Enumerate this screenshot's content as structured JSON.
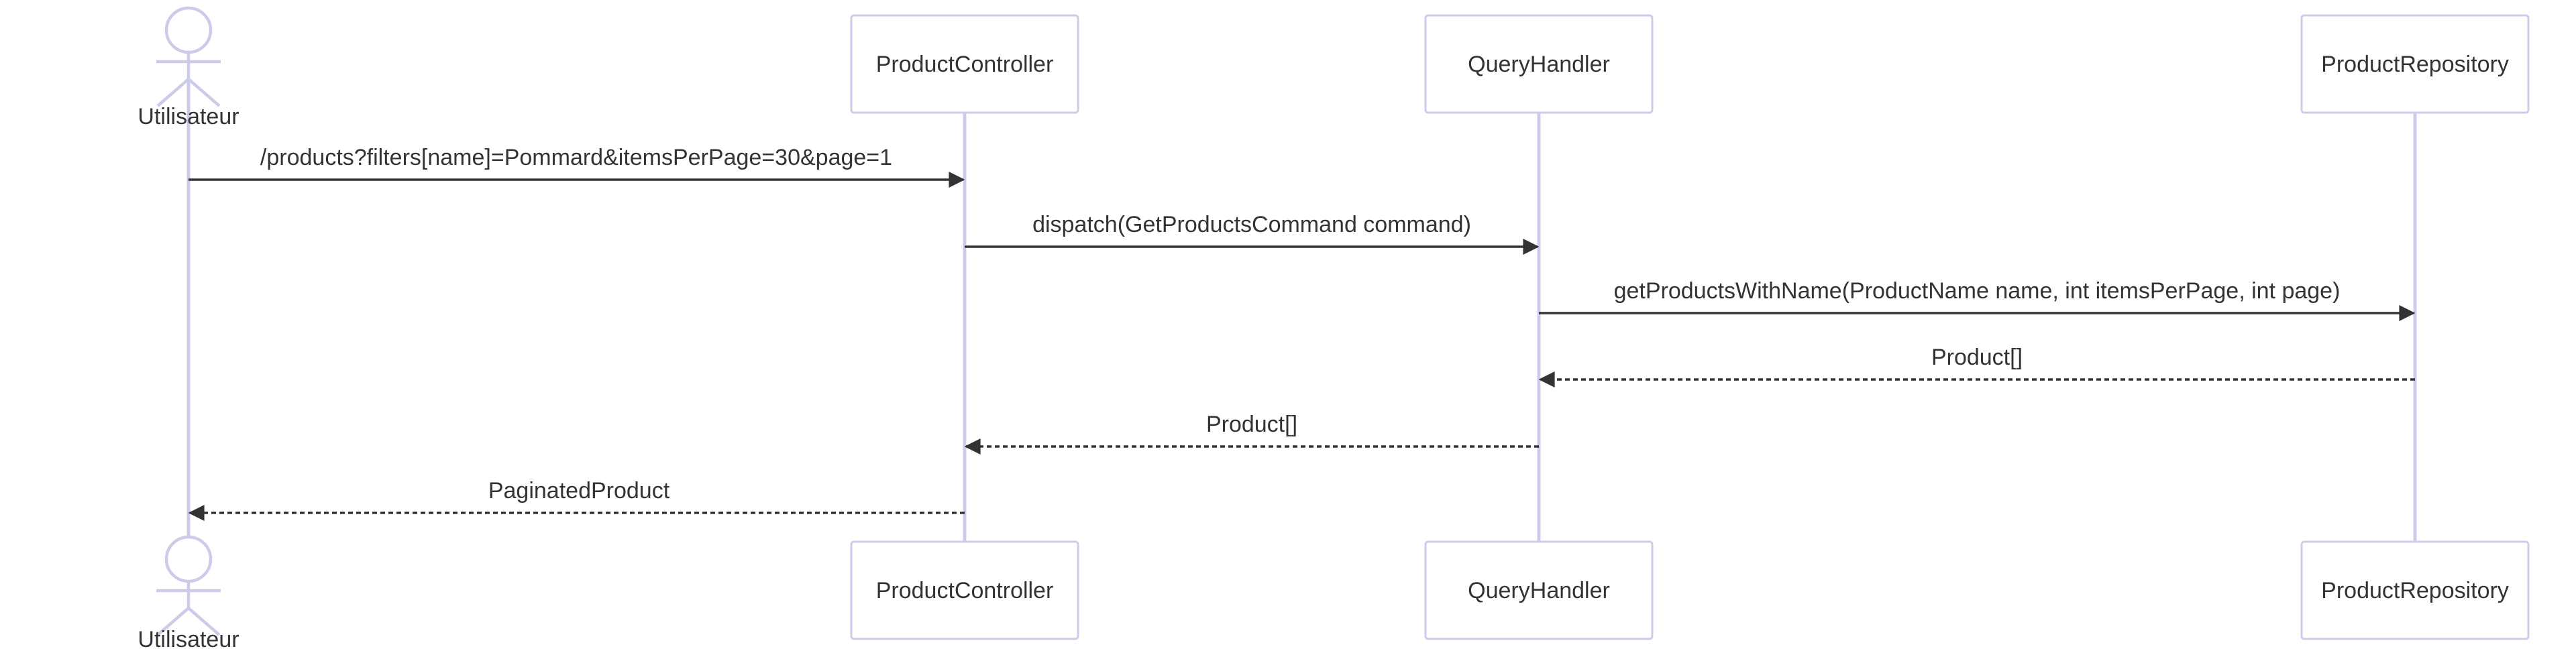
{
  "diagram": {
    "participants": [
      {
        "id": "user",
        "label": "Utilisateur",
        "kind": "actor"
      },
      {
        "id": "controller",
        "label": "ProductController",
        "kind": "box"
      },
      {
        "id": "handler",
        "label": "QueryHandler",
        "kind": "box"
      },
      {
        "id": "repository",
        "label": "ProductRepository",
        "kind": "box"
      }
    ],
    "messages": [
      {
        "from": "user",
        "to": "controller",
        "label": "/products?filters[name]=Pommard&itemsPerPage=30&page=1",
        "style": "solid"
      },
      {
        "from": "controller",
        "to": "handler",
        "label": "dispatch(GetProductsCommand command)",
        "style": "solid"
      },
      {
        "from": "handler",
        "to": "repository",
        "label": "getProductsWithName(ProductName name, int itemsPerPage, int page)",
        "style": "solid"
      },
      {
        "from": "repository",
        "to": "handler",
        "label": "Product[]",
        "style": "dashed"
      },
      {
        "from": "handler",
        "to": "controller",
        "label": "Product[]",
        "style": "dashed"
      },
      {
        "from": "controller",
        "to": "user",
        "label": "PaginatedProduct",
        "style": "dashed"
      }
    ],
    "colors": {
      "participant_border": "#ccccea",
      "lifeline": "#ccccea",
      "text": "#333333",
      "arrow": "#333333",
      "background": "#ffffff"
    }
  }
}
